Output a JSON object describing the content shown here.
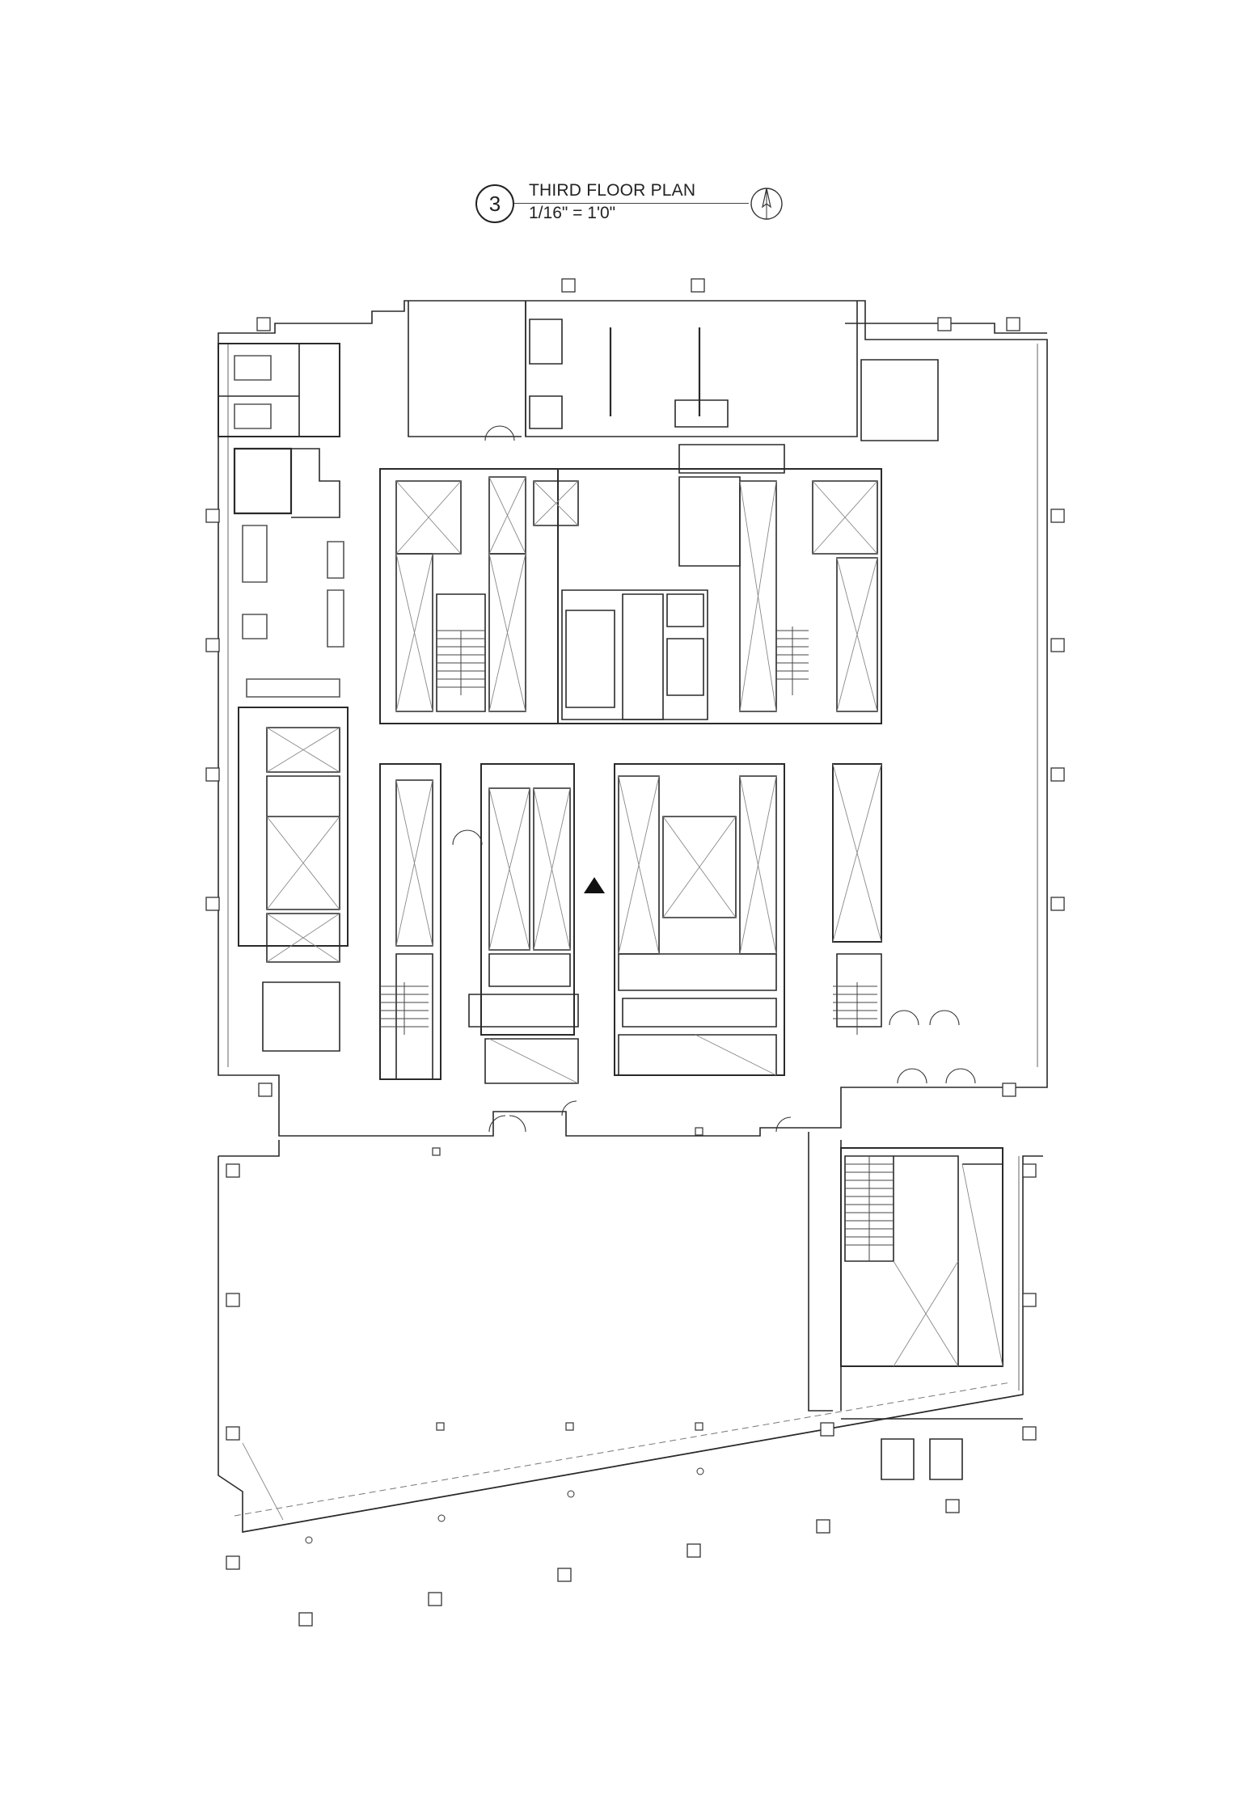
{
  "drawing": {
    "number": "3",
    "title": "THIRD FLOOR PLAN",
    "scale": "1/16\" = 1'0\""
  },
  "icons": {
    "north_arrow": "north-arrow-icon",
    "column": "structural-column-icon",
    "elevator": "elevator-shaft-icon",
    "stair": "stair-icon",
    "door": "door-swing-icon",
    "hydrant": "standpipe-icon"
  },
  "colors": {
    "line": "#2a2a2a",
    "light_line": "#777777",
    "paper": "#ffffff"
  }
}
